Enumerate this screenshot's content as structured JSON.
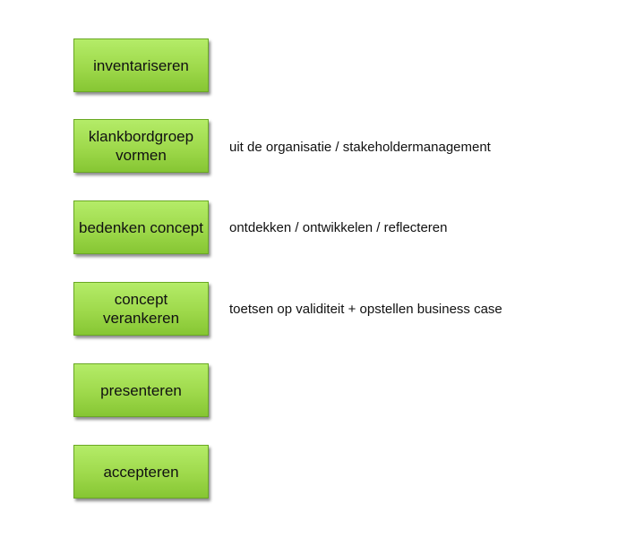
{
  "steps": [
    {
      "label": "inventariseren",
      "note": ""
    },
    {
      "label": "klankbordgroep vormen",
      "note": "uit de organisatie / stakeholdermanagement"
    },
    {
      "label": "bedenken concept",
      "note": "ontdekken / ontwikkelen / reflecteren"
    },
    {
      "label": "concept verankeren",
      "note": "toetsen op validiteit + opstellen business case"
    },
    {
      "label": "presenteren",
      "note": ""
    },
    {
      "label": "accepteren",
      "note": ""
    }
  ],
  "colors": {
    "box_fill": "#9ed94b",
    "box_border": "#6aa824",
    "text": "#111111"
  }
}
